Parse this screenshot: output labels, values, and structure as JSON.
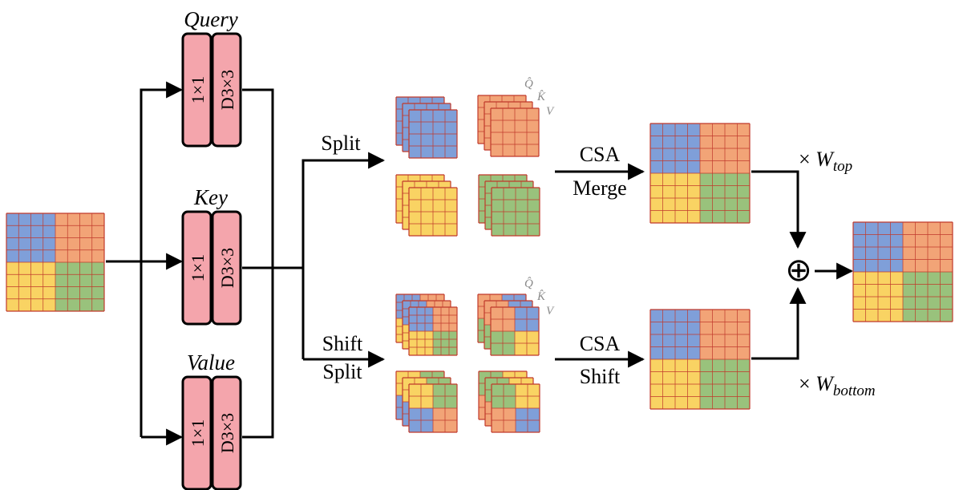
{
  "colors": {
    "blue": "#7f9fd9",
    "orange": "#f2a477",
    "yellow": "#f9d363",
    "green": "#99c27c",
    "conv_fill": "#f4a5ac",
    "grid_line": "#c0392b"
  },
  "branches": {
    "query": "Query",
    "key": "Key",
    "value": "Value"
  },
  "conv": {
    "pointwise": "1×1",
    "depthwise": "D3×3"
  },
  "top_path": {
    "split_label": "Split",
    "op_line1": "CSA",
    "op_line2": "Merge",
    "weight_x": "× ",
    "weight_w": "W",
    "weight_sub": "top"
  },
  "bottom_path": {
    "split_line1": "Shift",
    "split_line2": "Split",
    "op_line1": "CSA",
    "op_line2": "Shift",
    "weight_x": "× ",
    "weight_w": "W",
    "weight_sub": "bottom"
  },
  "qkv": {
    "q": "Q̂",
    "k": "K̂",
    "v": "V"
  },
  "sum_symbol": "⊕"
}
